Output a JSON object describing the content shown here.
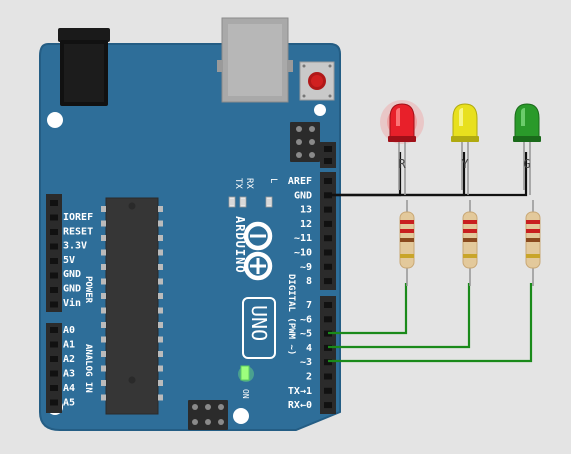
{
  "colors": {
    "background": "#e4e4e4",
    "board": "#2e6e99",
    "board_edge": "#245d84",
    "header": "#2b2b2b",
    "chip": "#363636",
    "usb": "#a9a9a9",
    "wire_gnd": "#111111",
    "wire_signal": "#1a8a1a",
    "led_red": "#e8202a",
    "led_yellow": "#e8e01e",
    "led_green": "#2a9a2a",
    "power_led": "#7dff7d"
  },
  "board": {
    "brand": "ARDUINO",
    "model": "UNO",
    "on_label": "ON",
    "tx_label": "TX",
    "rx_label": "RX",
    "l_label": "L",
    "digital_pins_top": [
      "AREF",
      "GND",
      "13",
      "12",
      "~11",
      "~10",
      "~9",
      "8"
    ],
    "digital_pins_bottom": [
      "7",
      "~6",
      "~5",
      "4",
      "~3",
      "2",
      "TX→1",
      "RX←0"
    ],
    "digital_label": "DIGITAL (PWM ~)",
    "power_pins": [
      "IOREF",
      "RESET",
      "3.3V",
      "5V",
      "GND",
      "GND",
      "Vin"
    ],
    "power_label": "POWER",
    "analog_pins": [
      "A0",
      "A1",
      "A2",
      "A3",
      "A4",
      "A5"
    ],
    "analog_label": "ANALOG IN"
  },
  "leds": [
    {
      "label": "R",
      "color": "red",
      "pin": "~5"
    },
    {
      "label": "Y",
      "color": "yellow",
      "pin": "4"
    },
    {
      "label": "G",
      "color": "green",
      "pin": "~3"
    }
  ],
  "icons": {
    "usb": "usb-connector-icon",
    "power_jack": "dc-power-jack-icon",
    "reset": "reset-button-icon",
    "logo": "infinity-logo-icon"
  }
}
